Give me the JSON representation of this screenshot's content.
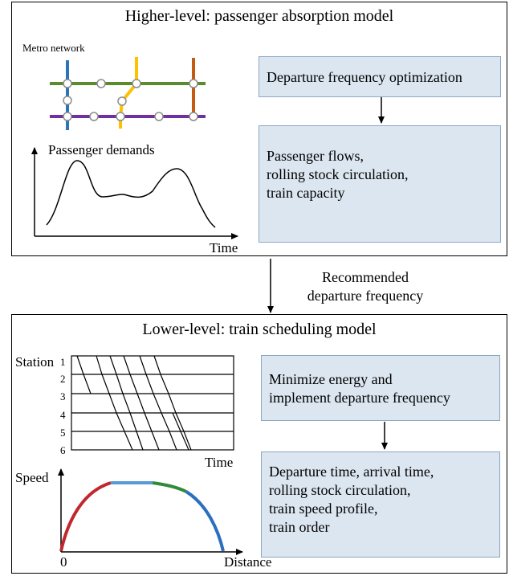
{
  "upper": {
    "title": "Higher-level: passenger absorption model",
    "metro_label": "Metro network",
    "demand_label": "Passenger demands",
    "time_label": "Time",
    "box1": "Departure frequency optimization",
    "box2_lines": [
      "Passenger flows,",
      "rolling stock circulation,",
      "train capacity"
    ]
  },
  "middle": {
    "label_lines": [
      "Recommended",
      "departure frequency"
    ]
  },
  "lower": {
    "title": "Lower-level: train scheduling model",
    "station_label": "Station",
    "station_numbers": [
      "1",
      "2",
      "3",
      "4",
      "5",
      "6"
    ],
    "timetable_time_label": "Time",
    "speed_label": "Speed",
    "origin_label": "0",
    "distance_label": "Distance",
    "box1_lines": [
      "Minimize energy and",
      "implement departure frequency"
    ],
    "box2_lines": [
      "Departure time, arrival time,",
      "rolling stock circulation,",
      "train speed profile,",
      "train order"
    ]
  },
  "colors": {
    "box_fill": "#dce6f0",
    "metro_green": "#5c8a2e",
    "metro_purple": "#7030a0",
    "metro_blue": "#2e75b6",
    "metro_yellow": "#ffc000",
    "metro_orange": "#c55a11",
    "speed_red": "#c0282d",
    "speed_lightblue": "#5b9bd5",
    "speed_green": "#2e8b3a",
    "speed_blue": "#2a6fc0"
  }
}
